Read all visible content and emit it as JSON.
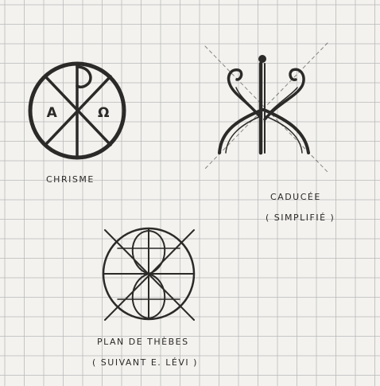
{
  "paper": {
    "background": "#f4f2ee",
    "grid_color": "#b9b9bb",
    "ink_color": "#2c2a28"
  },
  "symbols": {
    "chrisme": {
      "caption": "CHRISME",
      "letters": {
        "left": "A",
        "right": "Ω",
        "top": "P"
      }
    },
    "caducee": {
      "caption_line1": "CADUCÉE",
      "caption_line2": "( SIMPLIFIÉ )"
    },
    "plan_de_thebes": {
      "caption_line1": "PLAN DE THÈBES",
      "caption_line2": "( SUIVANT    E. LÉVI )"
    }
  }
}
